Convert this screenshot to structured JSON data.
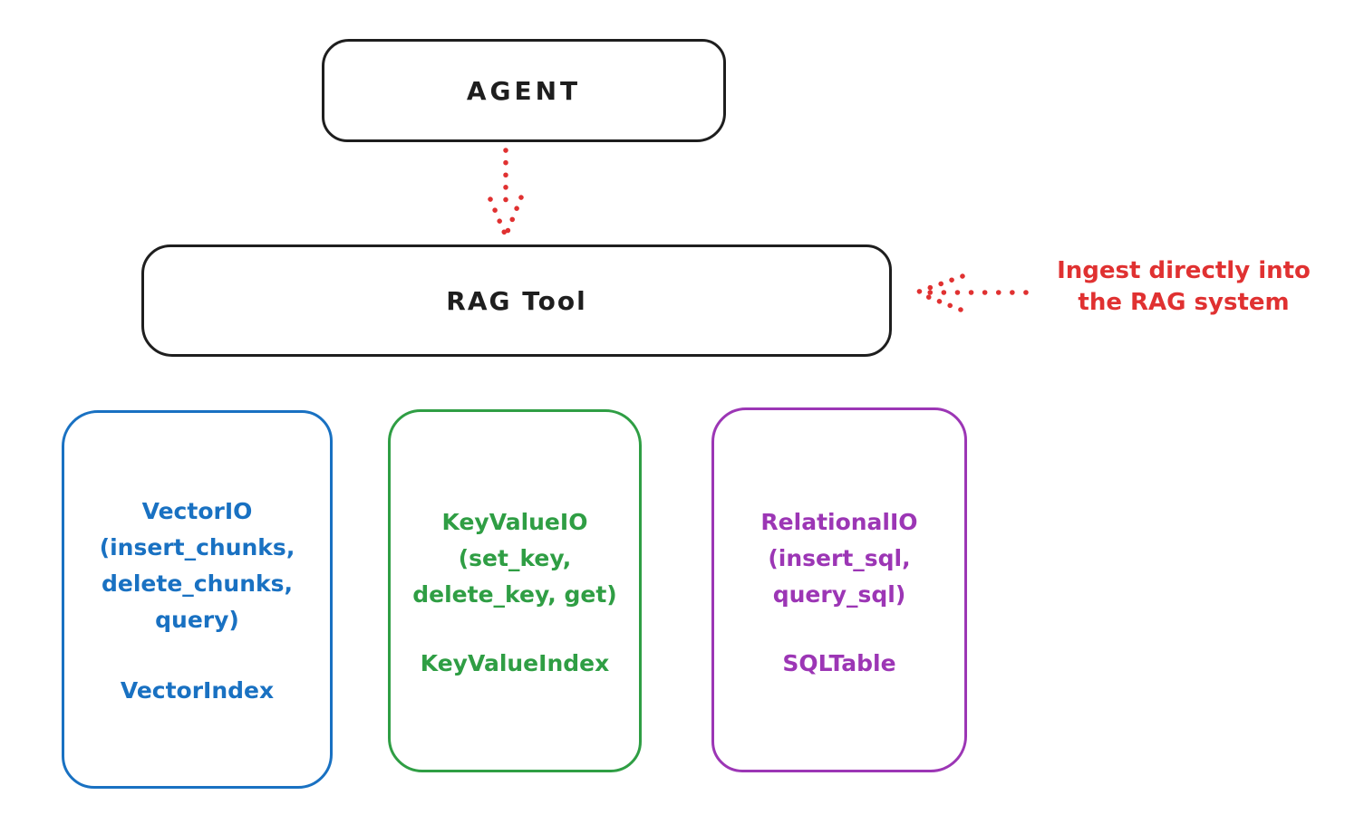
{
  "diagram": {
    "agent": {
      "label": "AGENT"
    },
    "rag_tool": {
      "label": "RAG Tool"
    },
    "annotation": {
      "line1": "Ingest directly into",
      "line2": "the RAG system",
      "color": "#e03131"
    },
    "cards": [
      {
        "id": "vector-io",
        "color": "#1971c2",
        "title_lines": [
          "VectorIO",
          "(insert_chunks,",
          "delete_chunks,",
          "query)"
        ],
        "index_label": "VectorIndex"
      },
      {
        "id": "keyvalue-io",
        "color": "#2f9e44",
        "title_lines": [
          "KeyValueIO",
          "(set_key,",
          "delete_key, get)"
        ],
        "index_label": "KeyValueIndex"
      },
      {
        "id": "relational-io",
        "color": "#9c36b5",
        "title_lines": [
          "RelationalIO",
          "(insert_sql,",
          "query_sql)"
        ],
        "index_label": "SQLTable"
      }
    ],
    "colors": {
      "stroke": "#1e1e1e",
      "arrow": "#e03131",
      "background": "#ffffff"
    }
  }
}
